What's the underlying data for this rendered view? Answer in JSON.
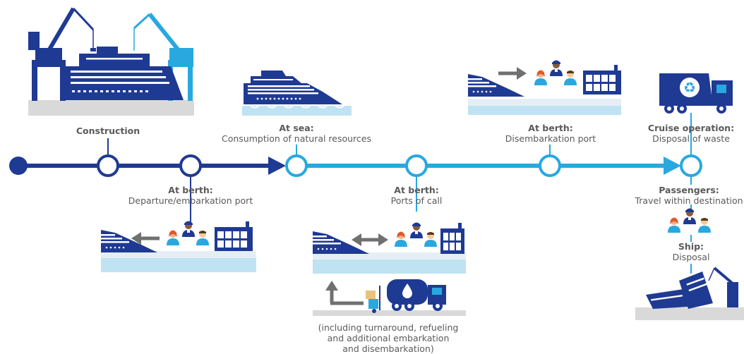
{
  "stages": [
    {
      "title": "Construction",
      "desc": ""
    },
    {
      "title": "At berth:",
      "desc": "Departure/embarkation port"
    },
    {
      "title": "At sea:",
      "desc": "Consumption of natural resources"
    },
    {
      "title": "At berth:",
      "desc": "Ports of call"
    },
    {
      "title": "At berth:",
      "desc": "Disembarkation port"
    },
    {
      "title": "Cruise operation:",
      "desc": "Disposal of waste"
    },
    {
      "title": "Passengers:",
      "desc": "Travel within destination"
    },
    {
      "title": "Ship:",
      "desc": "Disposal"
    }
  ],
  "ports_note": [
    "(including turnaround, refueling",
    "and additional embarkation",
    "and disembarkation)"
  ],
  "colors": {
    "dark": "#1f3a93",
    "light": "#29a8e0",
    "ground": "#d9d9d9",
    "water": "#bfe3f2",
    "text": "#5a5a5a",
    "grey_arrow": "#707070"
  },
  "icons": [
    "crane-icon",
    "cruise-ship-icon",
    "passengers-icon",
    "port-building-icon",
    "garbage-truck-icon",
    "recycle-icon",
    "tanker-truck-icon",
    "supply-cart-icon",
    "arrow-left-icon",
    "double-arrow-icon",
    "arrow-right-icon"
  ]
}
